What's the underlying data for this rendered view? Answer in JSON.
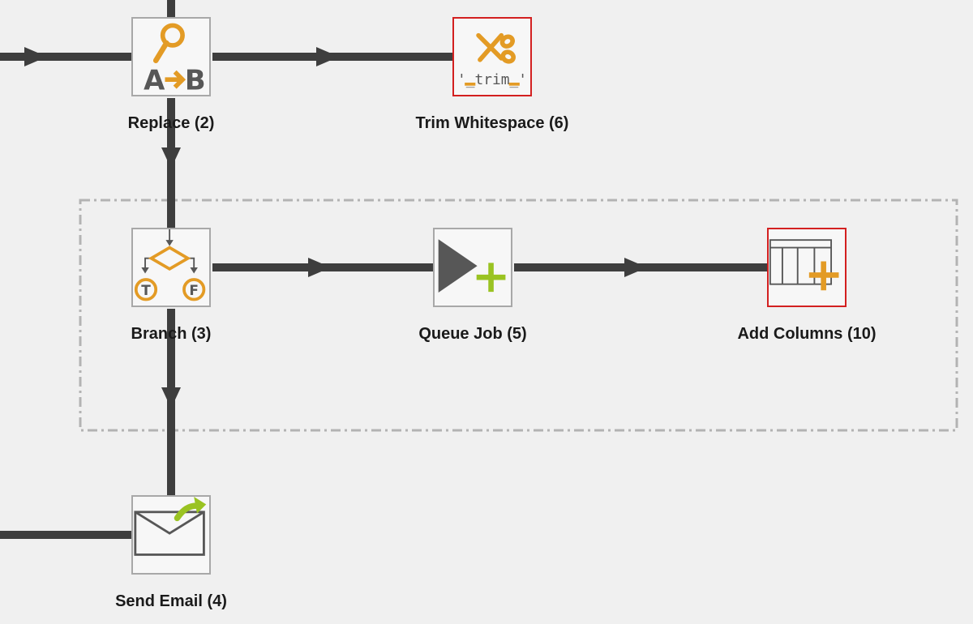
{
  "colors": {
    "connector": "#3e3e3e",
    "accent_orange": "#e39b25",
    "accent_green": "#9ac322",
    "icon_dark": "#575757",
    "error_border": "#d32020",
    "group_border": "#b3b3b3"
  },
  "nodes": {
    "replace": {
      "label": "Replace (2)",
      "icon": "replace-a-to-b-icon",
      "text_a": "A",
      "text_b": "B"
    },
    "trim": {
      "label": "Trim Whitespace (6)",
      "icon": "scissors-trim-icon",
      "icon_text": "'_trim_'",
      "error": true
    },
    "branch": {
      "label": "Branch (3)",
      "icon": "branch-true-false-icon",
      "true_text": "T",
      "false_text": "F"
    },
    "queue": {
      "label": "Queue Job (5)",
      "icon": "play-plus-icon"
    },
    "addcols": {
      "label": "Add Columns (10)",
      "icon": "table-add-columns-icon",
      "error": true
    },
    "email": {
      "label": "Send Email (4)",
      "icon": "envelope-send-icon"
    }
  }
}
